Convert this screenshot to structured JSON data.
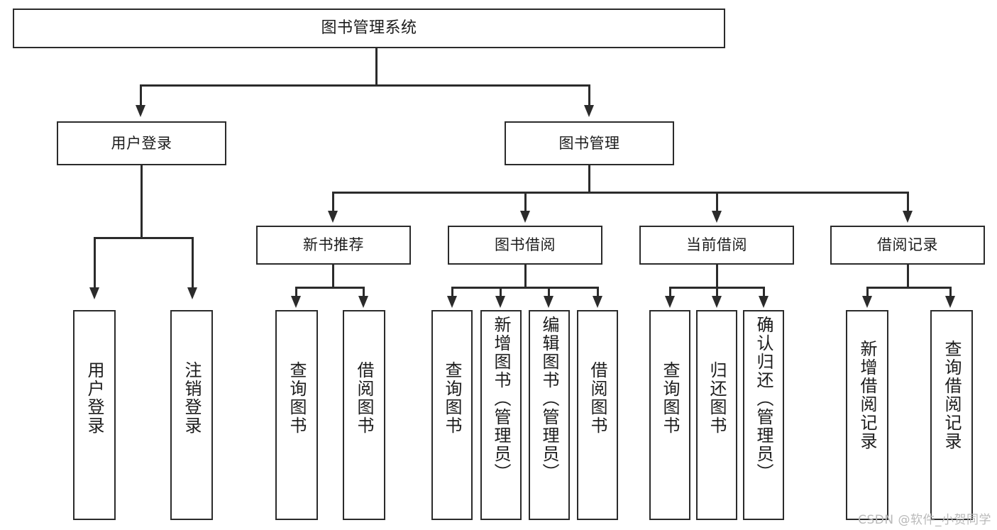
{
  "diagram": {
    "title": "图书管理系统",
    "type": "tree-hierarchy",
    "watermark": "CSDN @软件_小贺同学",
    "colors": {
      "border": "#2b2b2b",
      "background": "#ffffff",
      "text": "#1c1c1c",
      "watermark": "#b9b9b9"
    },
    "root": {
      "label": "图书管理系统"
    },
    "level1": [
      {
        "label": "用户登录"
      },
      {
        "label": "图书管理"
      }
    ],
    "level2": [
      {
        "label": "新书推荐"
      },
      {
        "label": "图书借阅"
      },
      {
        "label": "当前借阅"
      },
      {
        "label": "借阅记录"
      }
    ],
    "leaves": {
      "user_login": [
        {
          "label": "用户登录"
        },
        {
          "label": "注销登录"
        }
      ],
      "new_book_recommend": [
        {
          "label": "查询图书"
        },
        {
          "label": "借阅图书"
        }
      ],
      "book_borrow": [
        {
          "label": "查询图书"
        },
        {
          "label": "新增图书（管理员）"
        },
        {
          "label": "编辑图书（管理员）"
        },
        {
          "label": "借阅图书"
        }
      ],
      "current_borrow": [
        {
          "label": "查询图书"
        },
        {
          "label": "归还图书"
        },
        {
          "label": "确认归还（管理员）"
        }
      ],
      "borrow_record": [
        {
          "label": "新增借阅记录"
        },
        {
          "label": "查询借阅记录"
        }
      ]
    }
  }
}
